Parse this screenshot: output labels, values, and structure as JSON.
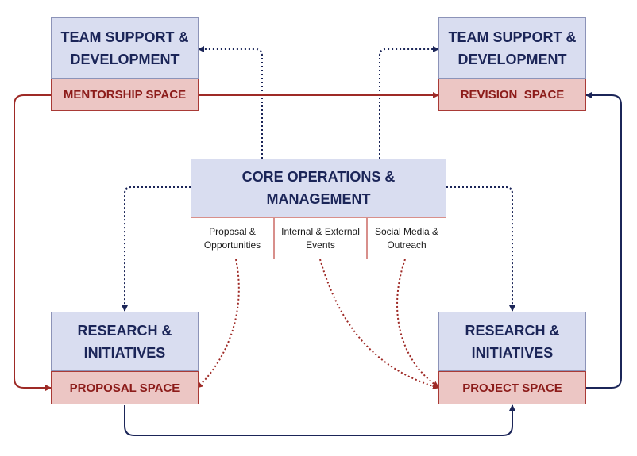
{
  "colors": {
    "title_fill": "#d9ddf0",
    "title_text": "#1b2558",
    "space_fill": "#ecc6c4",
    "space_text": "#8c1c1a",
    "navy_arrow": "#1b2558",
    "red_arrow": "#9e2a26"
  },
  "top_left": {
    "title": "TEAM SUPPORT &\nDEVELOPMENT",
    "space": "MENTORSHIP SPACE"
  },
  "top_right": {
    "title": "TEAM SUPPORT &\nDEVELOPMENT",
    "space": "REVISION  SPACE"
  },
  "center": {
    "title": "CORE OPERATIONS &\nMANAGEMENT",
    "subs": [
      "Proposal &\nOpportunities",
      "Internal & External\nEvents",
      "Social Media &\nOutreach"
    ]
  },
  "bottom_left": {
    "title": "RESEARCH &\nINITIATIVES",
    "space": "PROPOSAL SPACE"
  },
  "bottom_right": {
    "title": "RESEARCH &\nINITIATIVES",
    "space": "PROJECT SPACE"
  }
}
